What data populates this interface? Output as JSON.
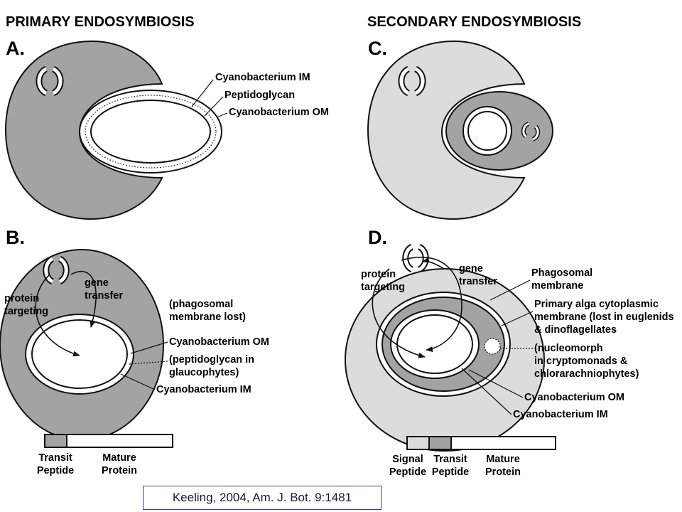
{
  "colors": {
    "dark_gray": "#a3a3a3",
    "light_gray": "#dcdcdc",
    "white": "#ffffff",
    "outline": "#111111",
    "citation_border": "#2f3da8"
  },
  "headers": {
    "primary": "PRIMARY  ENDOSYMBIOSIS",
    "secondary": "SECONDARY  ENDOSYMBIOSIS"
  },
  "panels": {
    "a": "A.",
    "b": "B.",
    "c": "C.",
    "d": "D."
  },
  "labels_a": {
    "im": "Cyanobacterium IM",
    "peptidoglycan": "Peptidoglycan",
    "om": "Cyanobacterium OM"
  },
  "labels_b": {
    "protein_line1": "protein",
    "protein_line2": "targeting",
    "gene_line1": "gene",
    "gene_line2": "transfer",
    "phago_line1": "(phagosomal",
    "phago_line2": "membrane lost)",
    "om": "Cyanobacterium OM",
    "pepti_line1": "(peptidoglycan in",
    "pepti_line2": "glaucophytes)",
    "im": "Cyanobacterium IM"
  },
  "labels_d": {
    "protein_line1": "protein",
    "protein_line2": "targeting",
    "gene_line1": "gene",
    "gene_line2": "transfer",
    "phago_line1": "Phagosomal",
    "phago_line2": "membrane",
    "cyto_line1": "Primary alga cytoplasmic",
    "cyto_line2": "membrane (lost in euglenids",
    "cyto_line3": "& dinoflagellates",
    "nucleo_line1": "(nucleomorph",
    "nucleo_line2": "in cryptomonads &",
    "nucleo_line3": "chlorarachniophytes)",
    "om": "Cyanobacterium OM",
    "im": "Cyanobacterium IM"
  },
  "peptide_bar_primary": {
    "transit_line1": "Transit",
    "transit_line2": "Peptide",
    "mature_line1": "Mature",
    "mature_line2": "Protein"
  },
  "peptide_bar_secondary": {
    "signal_line1": "Signal",
    "signal_line2": "Peptide",
    "transit_line1": "Transit",
    "transit_line2": "Peptide",
    "mature_line1": "Mature",
    "mature_line2": "Protein"
  },
  "citation": "Keeling, 2004, Am. J. Bot. 9:1481"
}
